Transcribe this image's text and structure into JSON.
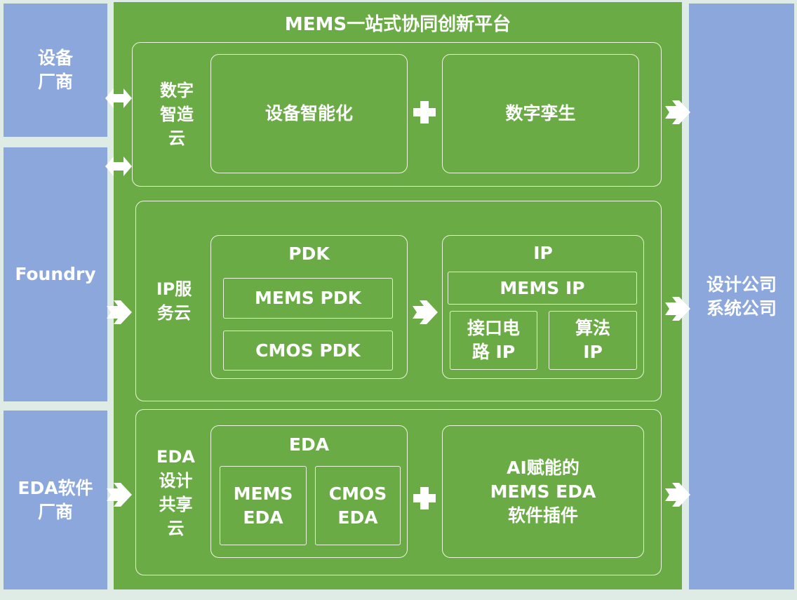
{
  "title": "MEMS一站式协同创新平台",
  "left_parties": [
    "设备厂商",
    "Foundry",
    "EDA软件厂商"
  ],
  "right_party": "设计公司系统公司",
  "sections": {
    "digital": {
      "label": "数字智造云",
      "box1": "设备智能化",
      "box2": "数字孪生"
    },
    "ip": {
      "label": "IP服务云",
      "pdk_title": "PDK",
      "pdk_items": [
        "MEMS PDK",
        "CMOS PDK"
      ],
      "ip_title": "IP",
      "ip_main": "MEMS IP",
      "ip_items": [
        "接口电路 IP",
        "算法 IP"
      ]
    },
    "eda": {
      "label": "EDA设计共享云",
      "eda_title": "EDA",
      "eda_items": [
        "MEMS EDA",
        "CMOS EDA"
      ],
      "ai_box": "AI赋能的MEMS EDA软件插件"
    }
  },
  "colors": {
    "green": "#6aab45",
    "blue": "#8ba7db",
    "background": "#dfece6"
  }
}
